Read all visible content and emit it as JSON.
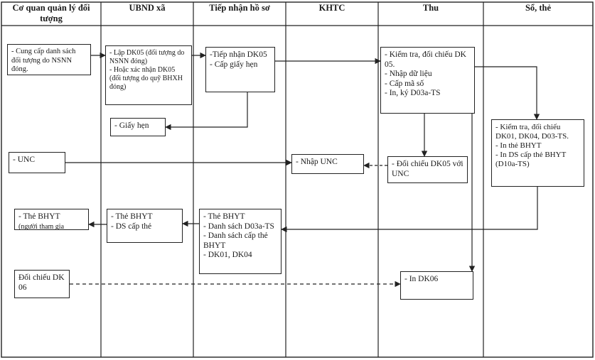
{
  "lanes": [
    "Cơ quan quản lý đối tượng",
    "UBND xã",
    "Tiếp nhận hồ sơ",
    "KHTC",
    "Thu",
    "Sổ, thẻ"
  ],
  "nodes": {
    "n_provide": [
      "- Cung cấp danh sách đối tượng do NSNN đóng."
    ],
    "n_lap": [
      "- Lập DK05 (đối tượng do NSNN đóng)",
      "- Hoặc xác nhận DK05 (đối tượng do quỹ BHXH đóng)"
    ],
    "n_tiepnhan": [
      "-Tiếp nhận DK05",
      "- Cấp giấy hẹn"
    ],
    "n_kiemtra": [
      "- Kiểm tra, đối chiếu DK 05.",
      "- Nhập dữ liệu",
      "- Cấp mã số",
      "- In, ký D03a-TS"
    ],
    "n_giayhen": [
      "- Giấy hẹn"
    ],
    "n_sothe": [
      "- Kiểm tra, đối chiếu DK01, DK04, D03-TS.",
      "- In thẻ BHYT",
      "- In DS cấp thẻ BHYT (D10a-TS)"
    ],
    "n_unc": [
      "- UNC"
    ],
    "n_nhapunc": [
      "- Nhập UNC"
    ],
    "n_doichieu05": [
      "- Đối chiếu DK05 với UNC"
    ],
    "n_thebhyt1": [
      "- Thẻ BHYT",
      "(người tham gia"
    ],
    "n_thebhyt2": [
      "- Thẻ BHYT",
      "- DS cấp thẻ"
    ],
    "n_thebhyt3": [
      "- Thẻ BHYT",
      "- Danh sách D03a-TS",
      "- Danh sách cấp thẻ BHYT",
      "- DK01, DK04"
    ],
    "n_doichieu06": [
      "Đối chiếu DK 06"
    ],
    "n_indk06": [
      "- In DK06"
    ]
  }
}
